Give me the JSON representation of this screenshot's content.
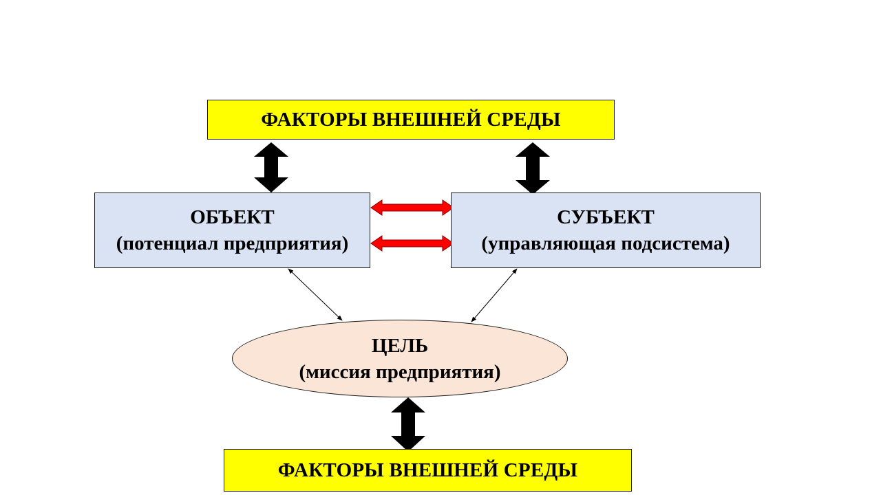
{
  "factors_top": {
    "label": "ФАКТОРЫ ВНЕШНЕЙ СРЕДЫ"
  },
  "object": {
    "title": "ОБЪЕКТ",
    "subtitle": "(потенциал предприятия)"
  },
  "subject": {
    "title": "СУБЪЕКТ",
    "subtitle": "(управляющая подсистема)"
  },
  "goal": {
    "title": "ЦЕЛЬ",
    "subtitle": "(миссия предприятия)"
  },
  "factors_bottom": {
    "label": "ФАКТОРЫ ВНЕШНЕЙ СРЕДЫ"
  },
  "colors": {
    "factor_fill": "#ffff00",
    "system_fill": "#dae3f3",
    "goal_fill": "#fbe5d6",
    "big_arrow": "#000000",
    "link_arrow": "#ff0000"
  },
  "arrow_icons": [
    "double-arrow-vertical-icon",
    "double-arrow-horizontal-icon",
    "thin-double-arrow-icon"
  ]
}
